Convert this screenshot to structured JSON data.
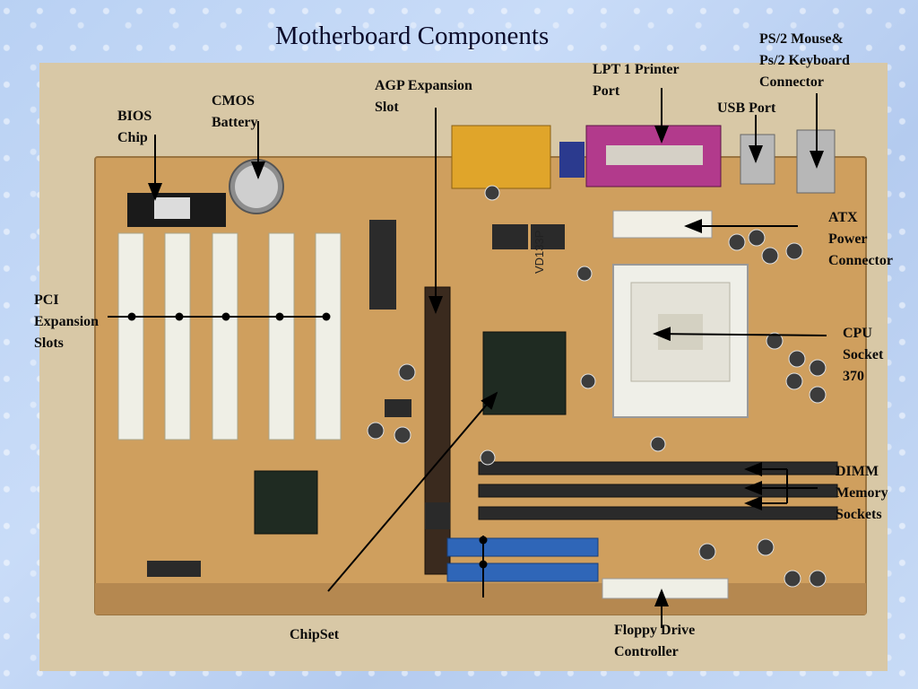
{
  "title": "Motherboard Components",
  "labels": {
    "bios": "BIOS\nChip",
    "cmos": "CMOS\nBattery",
    "agp": "AGP Expansion\nSlot",
    "lpt": "LPT 1 Printer\nPort",
    "ps2": "PS/2 Mouse&\nPs/2 Keyboard\nConnector",
    "usb": "USB Port",
    "atx": "ATX\nPower\nConnector",
    "pci": "PCI\nExpansion\nSlots",
    "cpu": "CPU\nSocket\n370",
    "dimm": "DIMM\nMemory\nSockets",
    "chipset": "ChipSet",
    "floppy": "Floppy Drive\nController"
  },
  "board_text": {
    "model": "VD133P"
  },
  "colors": {
    "board": "#cda062",
    "background": "#bdd3f4",
    "leader_line": "#000000",
    "label_text": "#0b0b0b"
  }
}
